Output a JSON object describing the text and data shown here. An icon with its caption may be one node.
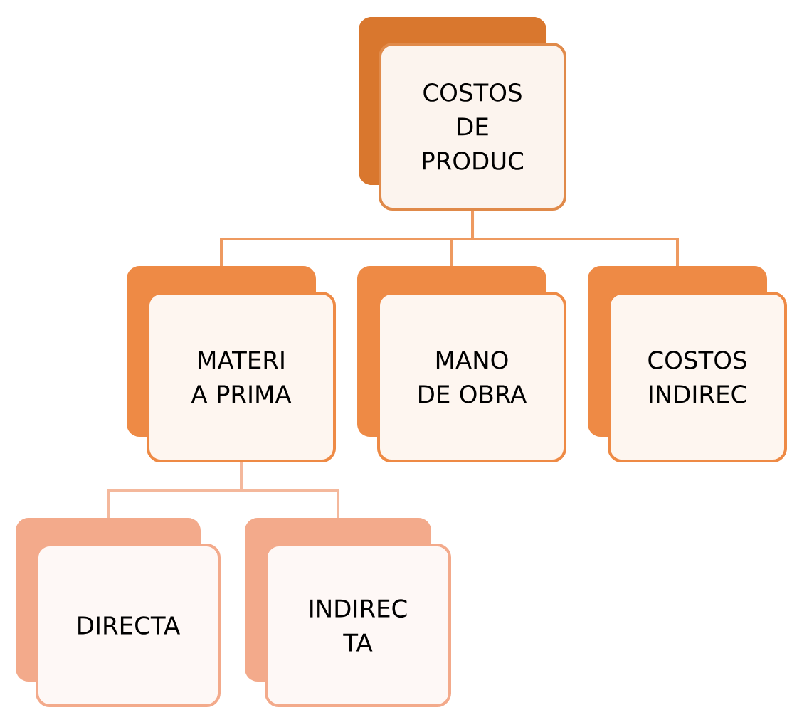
{
  "diagram": {
    "nodes": [
      {
        "text": [
          "COSTOS DE PRODUC"
        ]
      },
      {
        "text": [
          "MATERI A PRIMA"
        ]
      },
      {
        "text": [
          "MANO DE OBRA"
        ]
      },
      {
        "text": [
          "COSTOS INDIREC"
        ]
      },
      {
        "text": [
          "DIRECTA"
        ]
      },
      {
        "text": [
          "INDIREC TA"
        ]
      }
    ],
    "edges": [
      {
        "from": 0,
        "to": 1,
        "arrow": "none"
      },
      {
        "from": 0,
        "to": 2,
        "arrow": "none"
      },
      {
        "from": 0,
        "to": 3,
        "arrow": "none"
      },
      {
        "from": 1,
        "to": 4,
        "arrow": "none",
        "color": "#f4b89c"
      },
      {
        "from": 1,
        "to": 5,
        "arrow": "none",
        "color": "#f4b89c"
      }
    ]
  }
}
